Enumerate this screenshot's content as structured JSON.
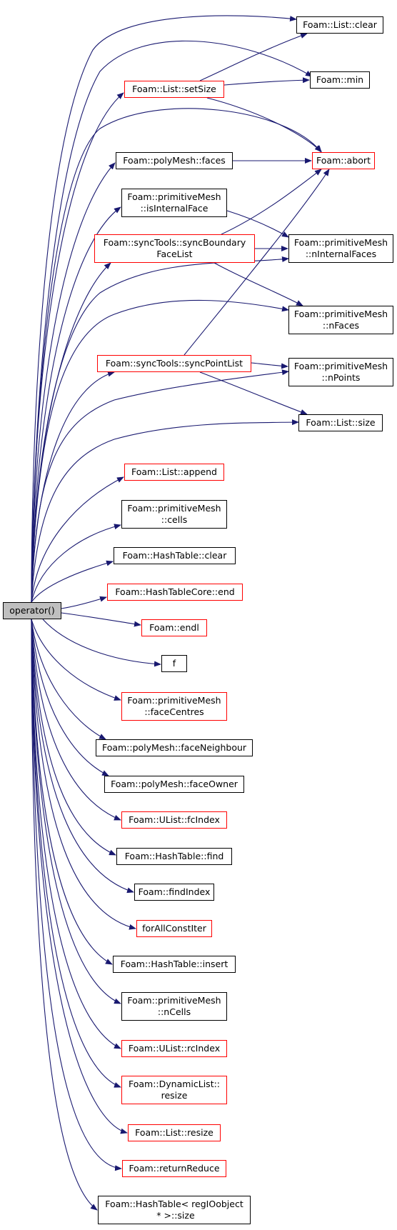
{
  "colors": {
    "edge": "#191970",
    "root_fill": "#bfbfbf",
    "red_border": "#ff0000",
    "black_border": "#000000"
  },
  "nodes": {
    "root": "operator()",
    "list_clear": "Foam::List::clear",
    "list_setsize": "Foam::List::setSize",
    "min": "Foam::min",
    "abort": "Foam::abort",
    "polymesh_faces": "Foam::polyMesh::faces",
    "pm_isinternalface": "Foam::primitiveMesh\n::isInternalFace",
    "sync_boundary": "Foam::syncTools::syncBoundary\nFaceList",
    "pm_ninternalfaces": "Foam::primitiveMesh\n::nInternalFaces",
    "pm_nfaces": "Foam::primitiveMesh\n::nFaces",
    "sync_pointlist": "Foam::syncTools::syncPointList",
    "pm_npoints": "Foam::primitiveMesh\n::nPoints",
    "list_size": "Foam::List::size",
    "list_append": "Foam::List::append",
    "pm_cells": "Foam::primitiveMesh\n::cells",
    "hashtable_clear": "Foam::HashTable::clear",
    "hashtablecore_end": "Foam::HashTableCore::end",
    "endl": "Foam::endl",
    "f": "f",
    "pm_facecentres": "Foam::primitiveMesh\n::faceCentres",
    "polymesh_faceneighbour": "Foam::polyMesh::faceNeighbour",
    "polymesh_faceowner": "Foam::polyMesh::faceOwner",
    "ulist_fcindex": "Foam::UList::fcIndex",
    "hashtable_find": "Foam::HashTable::find",
    "findindex": "Foam::findIndex",
    "forallconstiter": "forAllConstIter",
    "hashtable_insert": "Foam::HashTable::insert",
    "pm_ncells": "Foam::primitiveMesh\n::nCells",
    "ulist_rcindex": "Foam::UList::rcIndex",
    "dynamiclist_resize": "Foam::DynamicList::\nresize",
    "list_resize": "Foam::List::resize",
    "returnreduce": "Foam::returnReduce",
    "hashtable_regio_size": "Foam::HashTable< regIOobject\n * >::size"
  }
}
